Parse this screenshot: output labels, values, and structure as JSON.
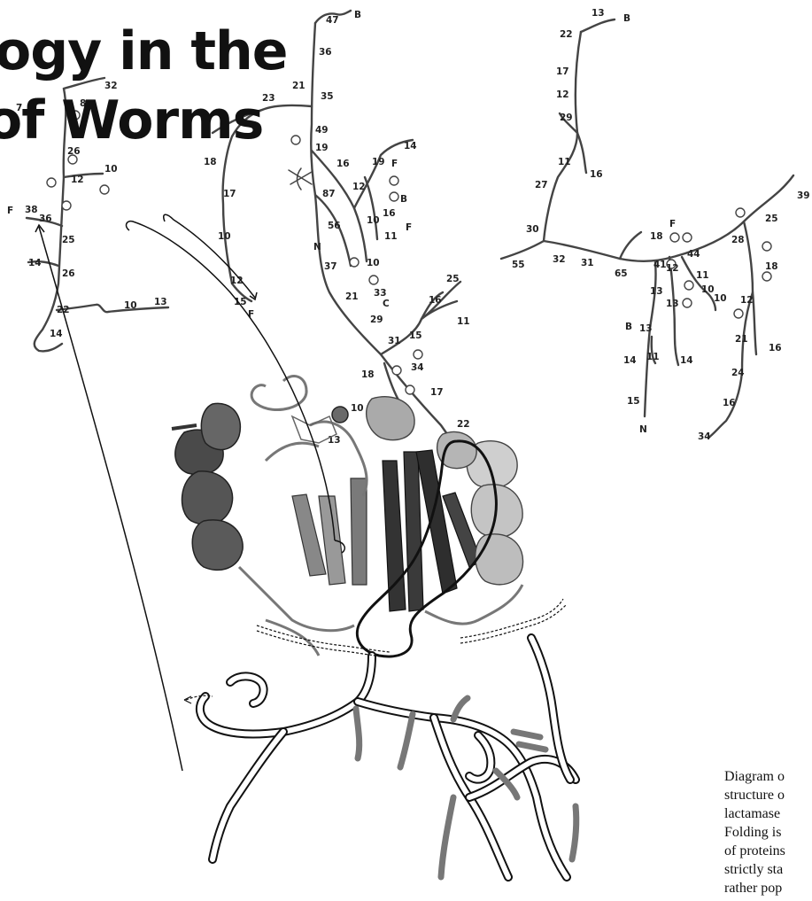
{
  "title": {
    "line1": "ogy in the",
    "line2": "of Worms"
  },
  "caption": {
    "lines": [
      "Diagram o",
      "structure o",
      "lactamase",
      "Folding is",
      "of proteins",
      "strictly sta",
      "rather pop"
    ]
  },
  "tree_labels": {
    "left": [
      {
        "t": "32"
      },
      {
        "t": "7"
      },
      {
        "t": "8"
      },
      {
        "t": "26"
      },
      {
        "t": "12"
      },
      {
        "t": "10"
      },
      {
        "t": "F"
      },
      {
        "t": "38"
      },
      {
        "t": "36"
      },
      {
        "t": "25"
      },
      {
        "t": "14"
      },
      {
        "t": "26"
      },
      {
        "t": "22"
      },
      {
        "t": "10"
      },
      {
        "t": "13"
      },
      {
        "t": "14"
      }
    ],
    "middle": [
      {
        "t": "B"
      },
      {
        "t": "47"
      },
      {
        "t": "36"
      },
      {
        "t": "23"
      },
      {
        "t": "21"
      },
      {
        "t": "35"
      },
      {
        "t": "49"
      },
      {
        "t": "19"
      },
      {
        "t": "18"
      },
      {
        "t": "14"
      },
      {
        "t": "16"
      },
      {
        "t": "12"
      },
      {
        "t": "19"
      },
      {
        "t": "F"
      },
      {
        "t": "87"
      },
      {
        "t": "17"
      },
      {
        "t": "B"
      },
      {
        "t": "16"
      },
      {
        "t": "10"
      },
      {
        "t": "F"
      },
      {
        "t": "11"
      },
      {
        "t": "56"
      },
      {
        "t": "N"
      },
      {
        "t": "10"
      },
      {
        "t": "37"
      },
      {
        "t": "10"
      },
      {
        "t": "12"
      },
      {
        "t": "33"
      },
      {
        "t": "15"
      },
      {
        "t": "F"
      },
      {
        "t": "21"
      },
      {
        "t": "C"
      },
      {
        "t": "29"
      },
      {
        "t": "25"
      },
      {
        "t": "16"
      },
      {
        "t": "11"
      },
      {
        "t": "31"
      },
      {
        "t": "15"
      },
      {
        "t": "18"
      },
      {
        "t": "34"
      },
      {
        "t": "17"
      },
      {
        "t": "22"
      },
      {
        "t": "10"
      },
      {
        "t": "13"
      }
    ],
    "right": [
      {
        "t": "13"
      },
      {
        "t": "B"
      },
      {
        "t": "22"
      },
      {
        "t": "17"
      },
      {
        "t": "12"
      },
      {
        "t": "29"
      },
      {
        "t": "11"
      },
      {
        "t": "16"
      },
      {
        "t": "27"
      },
      {
        "t": "30"
      },
      {
        "t": "55"
      },
      {
        "t": "32"
      },
      {
        "t": "31"
      },
      {
        "t": "65"
      },
      {
        "t": "F"
      },
      {
        "t": "18"
      },
      {
        "t": "44"
      },
      {
        "t": "41"
      },
      {
        "t": "12"
      },
      {
        "t": "11"
      },
      {
        "t": "28"
      },
      {
        "t": "25"
      },
      {
        "t": "39"
      },
      {
        "t": "18"
      },
      {
        "t": "13"
      },
      {
        "t": "13"
      },
      {
        "t": "10"
      },
      {
        "t": "10"
      },
      {
        "t": "12"
      },
      {
        "t": "21"
      },
      {
        "t": "B"
      },
      {
        "t": "13"
      },
      {
        "t": "14"
      },
      {
        "t": "11"
      },
      {
        "t": "14"
      },
      {
        "t": "16"
      },
      {
        "t": "24"
      },
      {
        "t": "15"
      },
      {
        "t": "16"
      },
      {
        "t": "N"
      },
      {
        "t": "34"
      }
    ]
  }
}
